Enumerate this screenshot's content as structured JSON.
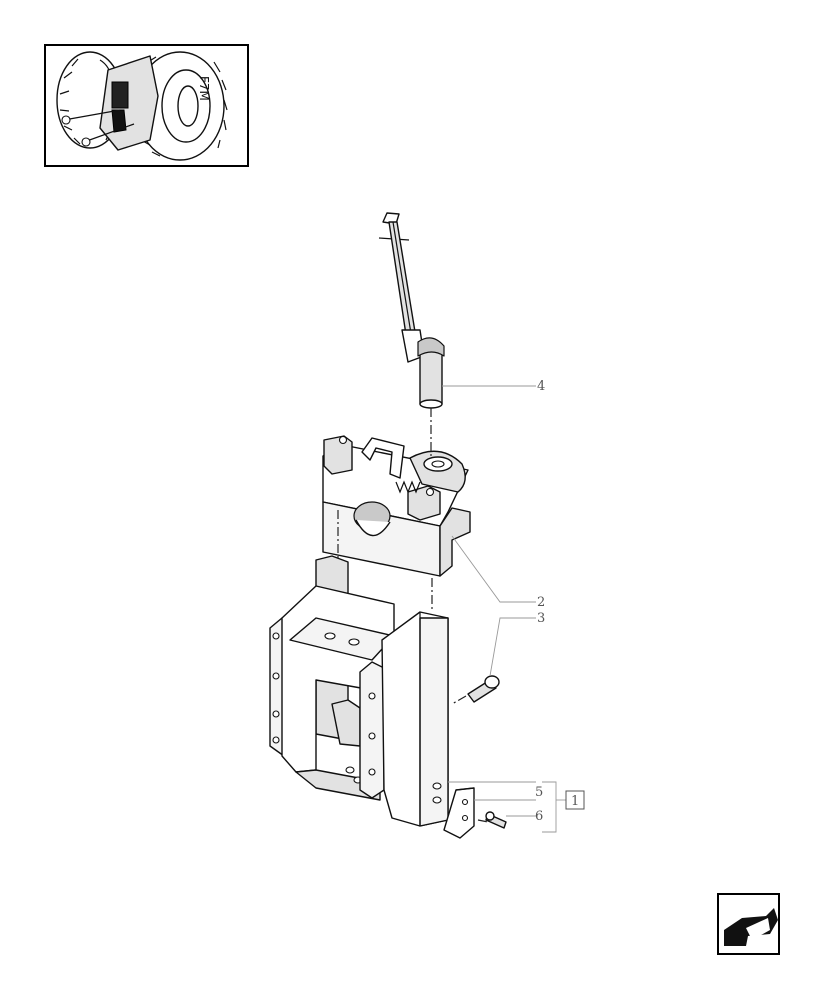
{
  "callouts": [
    {
      "id": "c4",
      "label": "4"
    },
    {
      "id": "c2",
      "label": "2"
    },
    {
      "id": "c3",
      "label": "3"
    },
    {
      "id": "c5",
      "label": "5"
    },
    {
      "id": "c6",
      "label": "6"
    }
  ],
  "kit_box_label": "1",
  "thumbnail": {
    "engraved_text": "F7M"
  },
  "icons": {
    "thumbnail": "tractor-location-icon",
    "nav": "return-arrow-icon"
  }
}
